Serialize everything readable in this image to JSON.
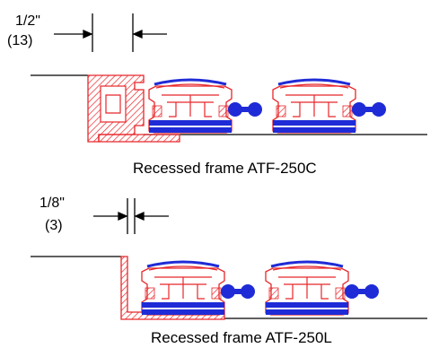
{
  "top_section": {
    "dimension_label": "1/2\"",
    "dimension_metric": "(13)",
    "caption": "Recessed frame ATF-250C"
  },
  "bottom_section": {
    "dimension_label": "1/8\"",
    "dimension_metric": "(3)",
    "caption": "Recessed frame ATF-250L"
  },
  "colors": {
    "frame_hatch": "#e8262a",
    "rail_blue": "#1f2bd6",
    "line": "#000000"
  }
}
